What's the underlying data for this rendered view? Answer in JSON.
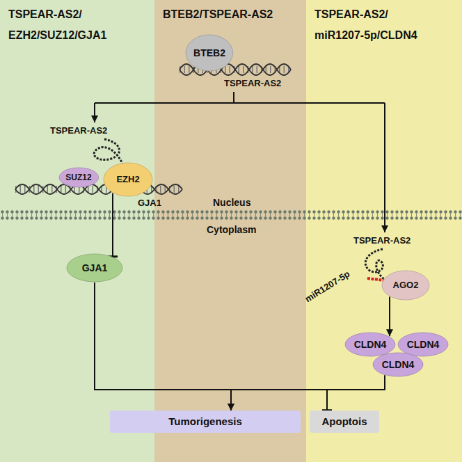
{
  "diagram": {
    "nodes": [
      {
        "text": [
          "TSPEAR-AS2/ EZH2/SUZ12/GJA1"
        ]
      },
      {
        "text": [
          "BTEB2/TSPEAR-AS2"
        ]
      },
      {
        "text": [
          "TSPEAR-AS2/ miR1207-5p/CLDN4"
        ]
      },
      {
        "text": [
          "BTEB2"
        ],
        "in": 1
      },
      {
        "text": [
          "SUZ12"
        ],
        "in": 0
      },
      {
        "text": [
          "EZH2"
        ],
        "in": 0
      },
      {
        "text": [
          "GJA1"
        ],
        "in": 0
      },
      {
        "text": [
          "AGO2"
        ],
        "in": 2
      },
      {
        "text": [
          "CLDN4"
        ],
        "in": 2
      },
      {
        "text": [
          "CLDN4"
        ],
        "in": 2
      },
      {
        "text": [
          "CLDN4"
        ],
        "in": 2
      },
      {
        "text": [
          "Tumorigenesis"
        ]
      },
      {
        "text": [
          "Apoptois"
        ]
      }
    ],
    "edges": [
      {
        "from": 5,
        "to": 6,
        "arrow": "to"
      },
      {
        "from": 7,
        "to": 8,
        "arrow": "to"
      },
      {
        "from": 6,
        "to": 11,
        "arrow": "to"
      },
      {
        "from": 10,
        "to": 11,
        "arrow": "to"
      },
      {
        "from": 6,
        "to": 12,
        "arrow": "to"
      },
      {
        "from": 10,
        "to": 12,
        "arrow": "to"
      }
    ],
    "labels": [
      "TSPEAR-AS2",
      "TSPEAR-AS2",
      "GJA1",
      "Nucleus",
      "Cytoplasm",
      "TSPEAR-AS2",
      "miR1207-5p"
    ]
  }
}
